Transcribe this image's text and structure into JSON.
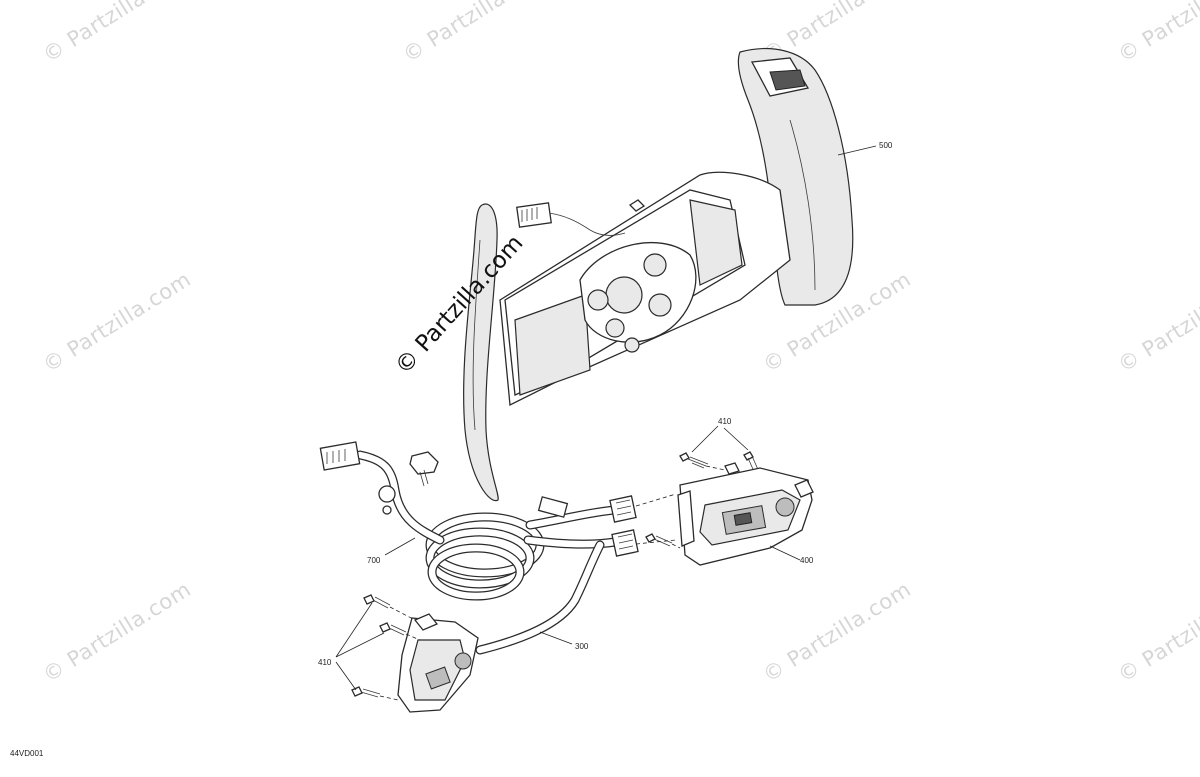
{
  "watermark": {
    "text": "© Partzilla.com",
    "center_text": "© Partzilla.com"
  },
  "callouts": {
    "c500": "500",
    "c410_top": "410",
    "c400": "400",
    "c700": "700",
    "c300": "300",
    "c410_bottom": "410"
  },
  "diagram_code": "44VD001"
}
